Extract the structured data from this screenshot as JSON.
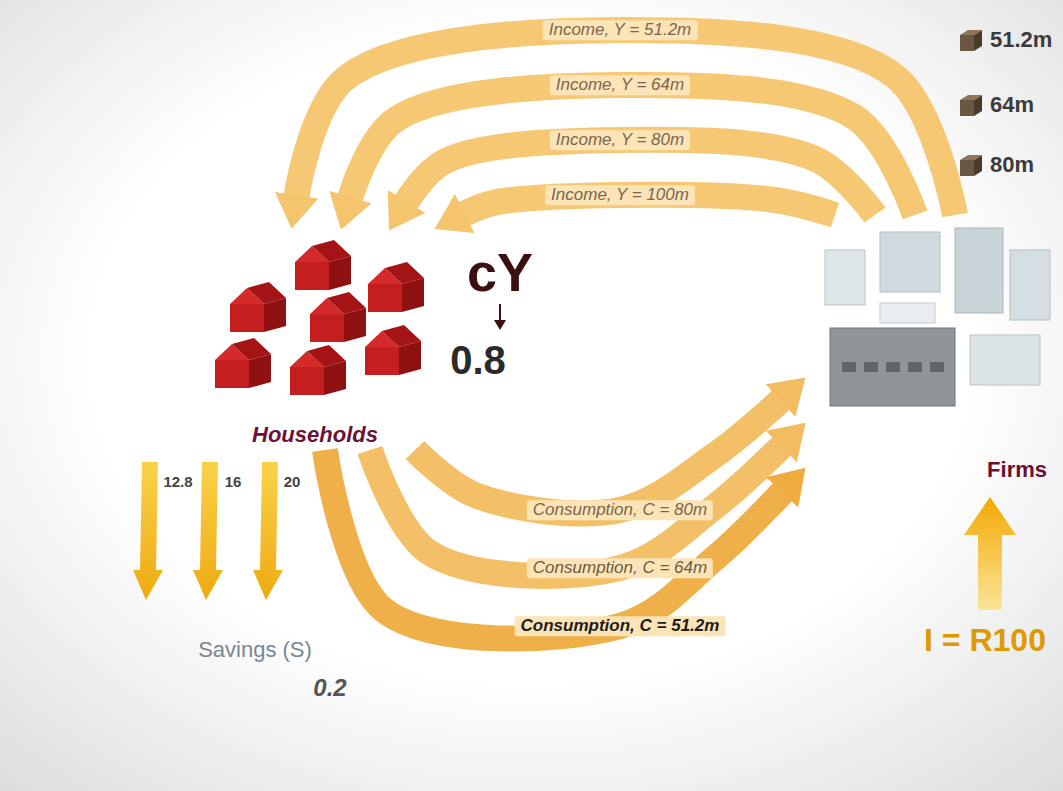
{
  "diagram": {
    "nodes": [
      {
        "text": [
          "Households"
        ]
      },
      {
        "text": [
          "Firms"
        ]
      }
    ],
    "edges": [
      {
        "from": 1,
        "to": 0,
        "label": "Income, Y = 51.2m",
        "arrow": "to"
      },
      {
        "from": 1,
        "to": 0,
        "label": "Income, Y = 64m",
        "arrow": "to"
      },
      {
        "from": 1,
        "to": 0,
        "label": "Income, Y = 80m",
        "arrow": "to"
      },
      {
        "from": 1,
        "to": 0,
        "label": "Income, Y = 100m",
        "arrow": "to"
      },
      {
        "from": 0,
        "to": 1,
        "label": "Consumption, C = 80m",
        "arrow": "to"
      },
      {
        "from": 0,
        "to": 1,
        "label": "Consumption, C = 64m",
        "arrow": "to"
      },
      {
        "from": 0,
        "to": 1,
        "label": "Consumption, C = 51.2m",
        "arrow": "to"
      }
    ],
    "labels": [
      "51.2m",
      "64m",
      "80m",
      "cY",
      "0.8",
      "12.8",
      "16",
      "20",
      "Savings (S)",
      "0.2",
      "I = R100"
    ]
  }
}
